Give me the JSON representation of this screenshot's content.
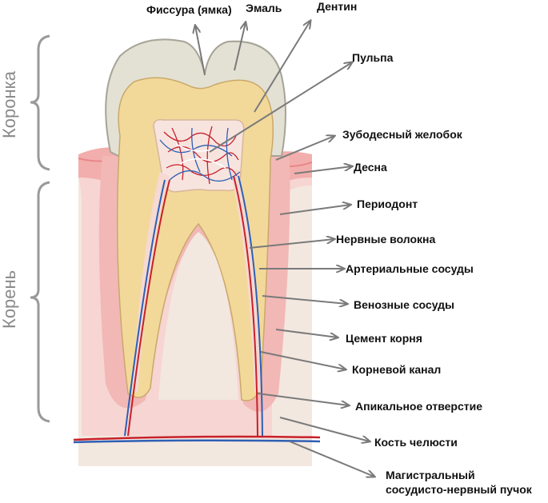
{
  "sections": {
    "crown": "Коронка",
    "root": "Корень"
  },
  "labels": {
    "fissure": "Фиссура (ямка)",
    "enamel": "Эмаль",
    "dentin": "Дентин",
    "pulp": "Пульпа",
    "gingival_sulcus": "Зубодесный желобок",
    "gum": "Десна",
    "periodontium": "Периодонт",
    "nerve_fibers": "Нервные волокна",
    "arterial_vessels": "Артериальные сосуды",
    "venous_vessels": "Венозные сосуды",
    "root_cementum": "Цемент корня",
    "root_canal": "Корневой канал",
    "apical_foramen": "Апикальное отверстие",
    "jaw_bone": "Кость челюсти",
    "bundle_line1": "Магистральный",
    "bundle_line2": "сосудисто-нервный пучок"
  },
  "colors": {
    "enamel": "#e4e2d6",
    "dentin": "#f2d99a",
    "pulp": "#f6e7e2",
    "gum": "#f2b0ae",
    "bone": "#f3e8e0",
    "artery": "#c8202a",
    "vein": "#2f5fb5",
    "arrow": "#7a7a7a"
  }
}
